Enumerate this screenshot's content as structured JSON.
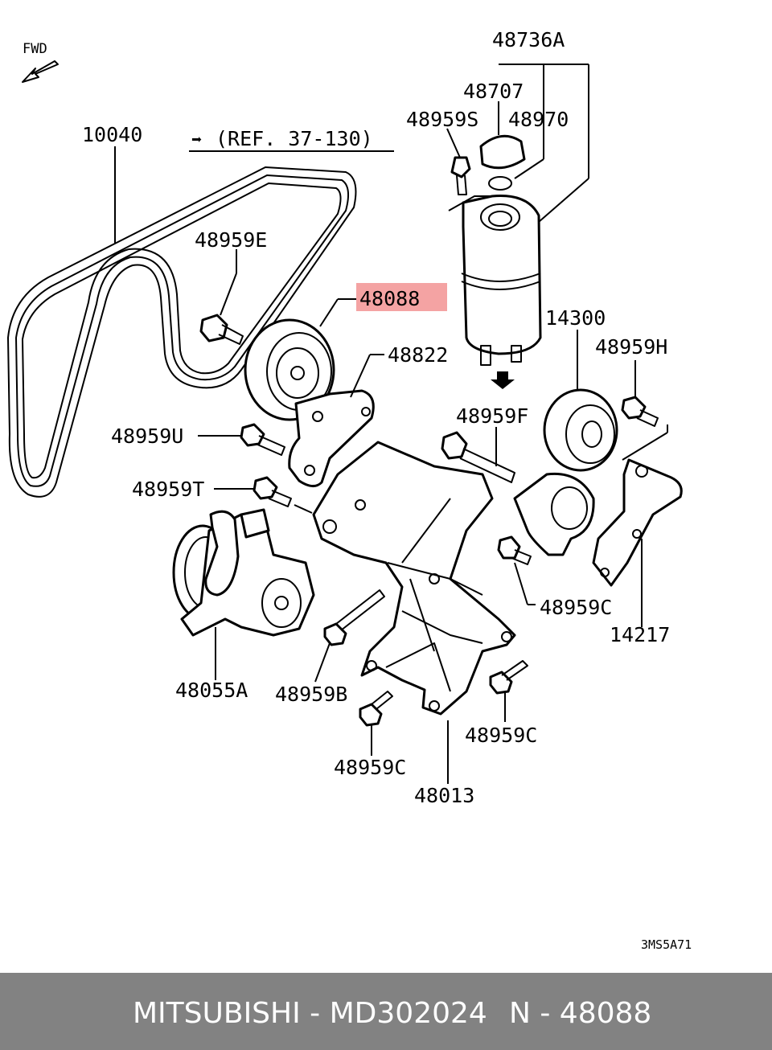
{
  "orientation": {
    "label": "FWD"
  },
  "reference": {
    "arrow": "➡",
    "text": "(REF. 37-130)"
  },
  "highlight_color": "#f4a3a3",
  "labels": {
    "p48736A": "48736A",
    "p48707": "48707",
    "p48959S": "48959S",
    "p48970": "48970",
    "p10040": "10040",
    "p48959E": "48959E",
    "p48088": "48088",
    "p48822": "48822",
    "p14300": "14300",
    "p48959H": "48959H",
    "p48959F": "48959F",
    "p48959U": "48959U",
    "p48959T": "48959T",
    "p48959C_right": "48959C",
    "p14217": "14217",
    "p48055A": "48055A",
    "p48959B": "48959B",
    "p48959C_bottom_right": "48959C",
    "p48959C_bottom": "48959C",
    "p48013": "48013"
  },
  "diagram_code": "3MS5A71",
  "footer": {
    "brand_part": "MITSUBISHI - MD302024",
    "ref": "N - 48088",
    "background": "#828282"
  }
}
